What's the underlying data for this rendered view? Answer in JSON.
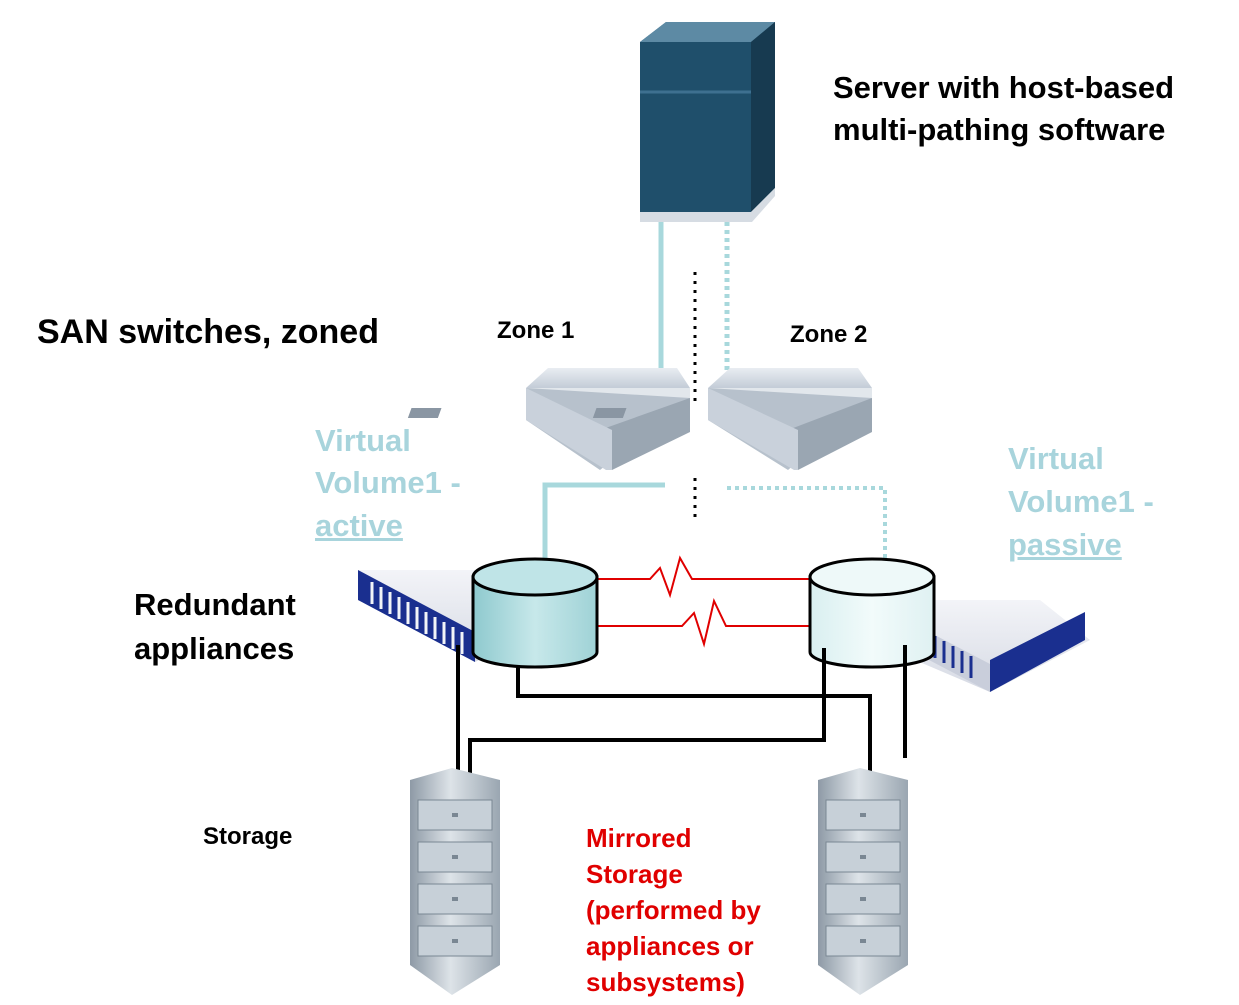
{
  "colors": {
    "server": "#1f4f6b",
    "link_active": "#a8d8dc",
    "link_passive": "#a8d8dc",
    "mirror_link": "#e00000",
    "storage_link": "#000000",
    "label_black": "#000000",
    "label_cyan": "#a8d4dc",
    "label_red": "#e00000"
  },
  "icons": {
    "server": "server-tower-icon",
    "switch_1": "san-switch-icon",
    "switch_2": "san-switch-icon",
    "appliance_left": "appliance-icon",
    "appliance_right": "appliance-icon",
    "volume_active": "cylinder-icon",
    "volume_passive": "cylinder-icon",
    "storage_left": "storage-stack-icon",
    "storage_right": "storage-stack-icon"
  },
  "labels": {
    "server": [
      "Server with host-based",
      "multi-pathing software"
    ],
    "san_switches": "SAN switches, zoned",
    "zone1": "Zone 1",
    "zone2": "Zone 2",
    "vv_active": {
      "line1": "Virtual",
      "line2": "Volume1 -",
      "state": "active"
    },
    "vv_passive": {
      "line1": "Virtual",
      "line2": "Volume1 -",
      "state": "passive"
    },
    "redundant": [
      "Redundant",
      "appliances"
    ],
    "storage": "Storage",
    "mirrored": [
      "Mirrored",
      "Storage",
      "(performed by",
      "appliances or",
      "subsystems)"
    ]
  }
}
